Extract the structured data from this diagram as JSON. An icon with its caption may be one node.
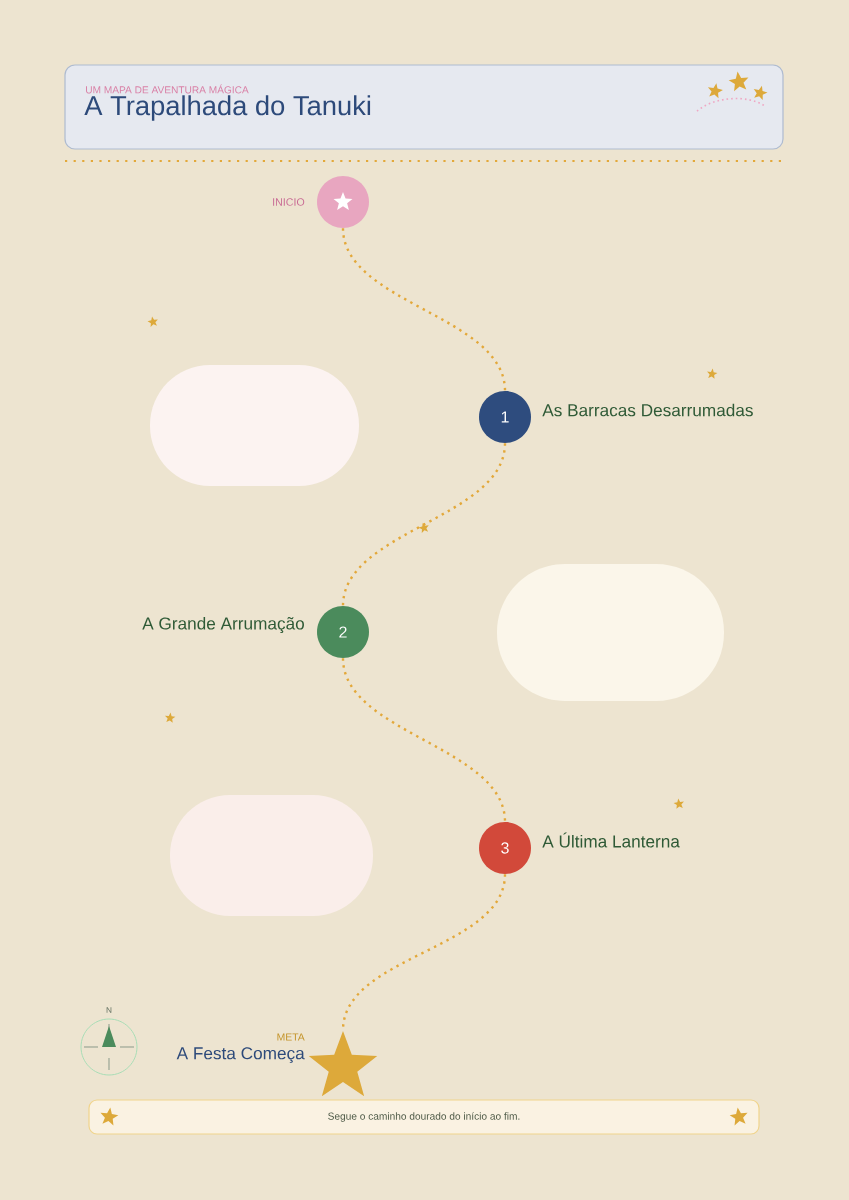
{
  "diagram": {
    "title": "A Trapalhada do Tanuki",
    "nodes": [
      {
        "text": [],
        "shape": "circle",
        "beside": [
          "INICIO"
        ]
      },
      {
        "text": [
          "1"
        ],
        "beside": [
          "As Barracas Desarrumadas"
        ]
      },
      {
        "text": [
          "2"
        ],
        "beside": [
          "A Grande Arrumação"
        ]
      },
      {
        "text": [
          "3"
        ],
        "beside": [
          "A Última Lanterna"
        ]
      },
      {
        "text": [],
        "shape": "star",
        "beside": [
          "META",
          "A Festa Começa"
        ]
      },
      {
        "text": [
          "Segue o caminho dourado do início ao fim."
        ]
      }
    ],
    "edges": [
      {
        "from": 0,
        "to": 1,
        "arrow": "none"
      },
      {
        "from": 1,
        "to": 2,
        "arrow": "none"
      },
      {
        "from": 2,
        "to": 3,
        "arrow": "none"
      },
      {
        "from": 3,
        "to": 4,
        "arrow": "none"
      }
    ],
    "labels": [
      "UM MAPA DE AVENTURA MÁGICA",
      "N"
    ]
  }
}
